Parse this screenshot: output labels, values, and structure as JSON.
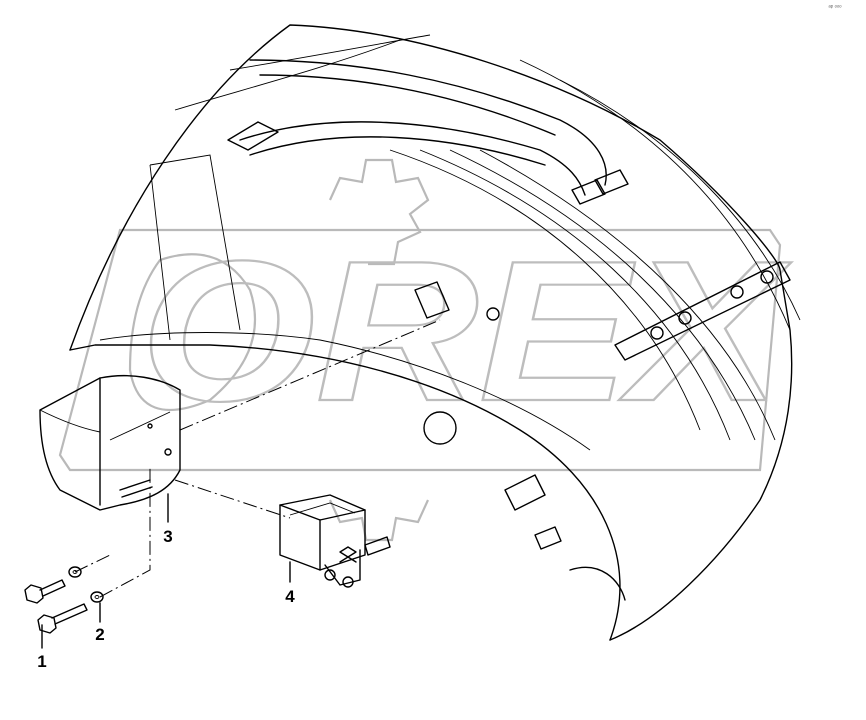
{
  "diagram": {
    "watermark_text": "OREX",
    "corner_mark": "ᵃᵖ ᵒᵒᵒ",
    "callouts": [
      {
        "id": "1",
        "label": "1"
      },
      {
        "id": "2",
        "label": "2"
      },
      {
        "id": "3",
        "label": "3"
      },
      {
        "id": "4",
        "label": "4"
      }
    ]
  }
}
